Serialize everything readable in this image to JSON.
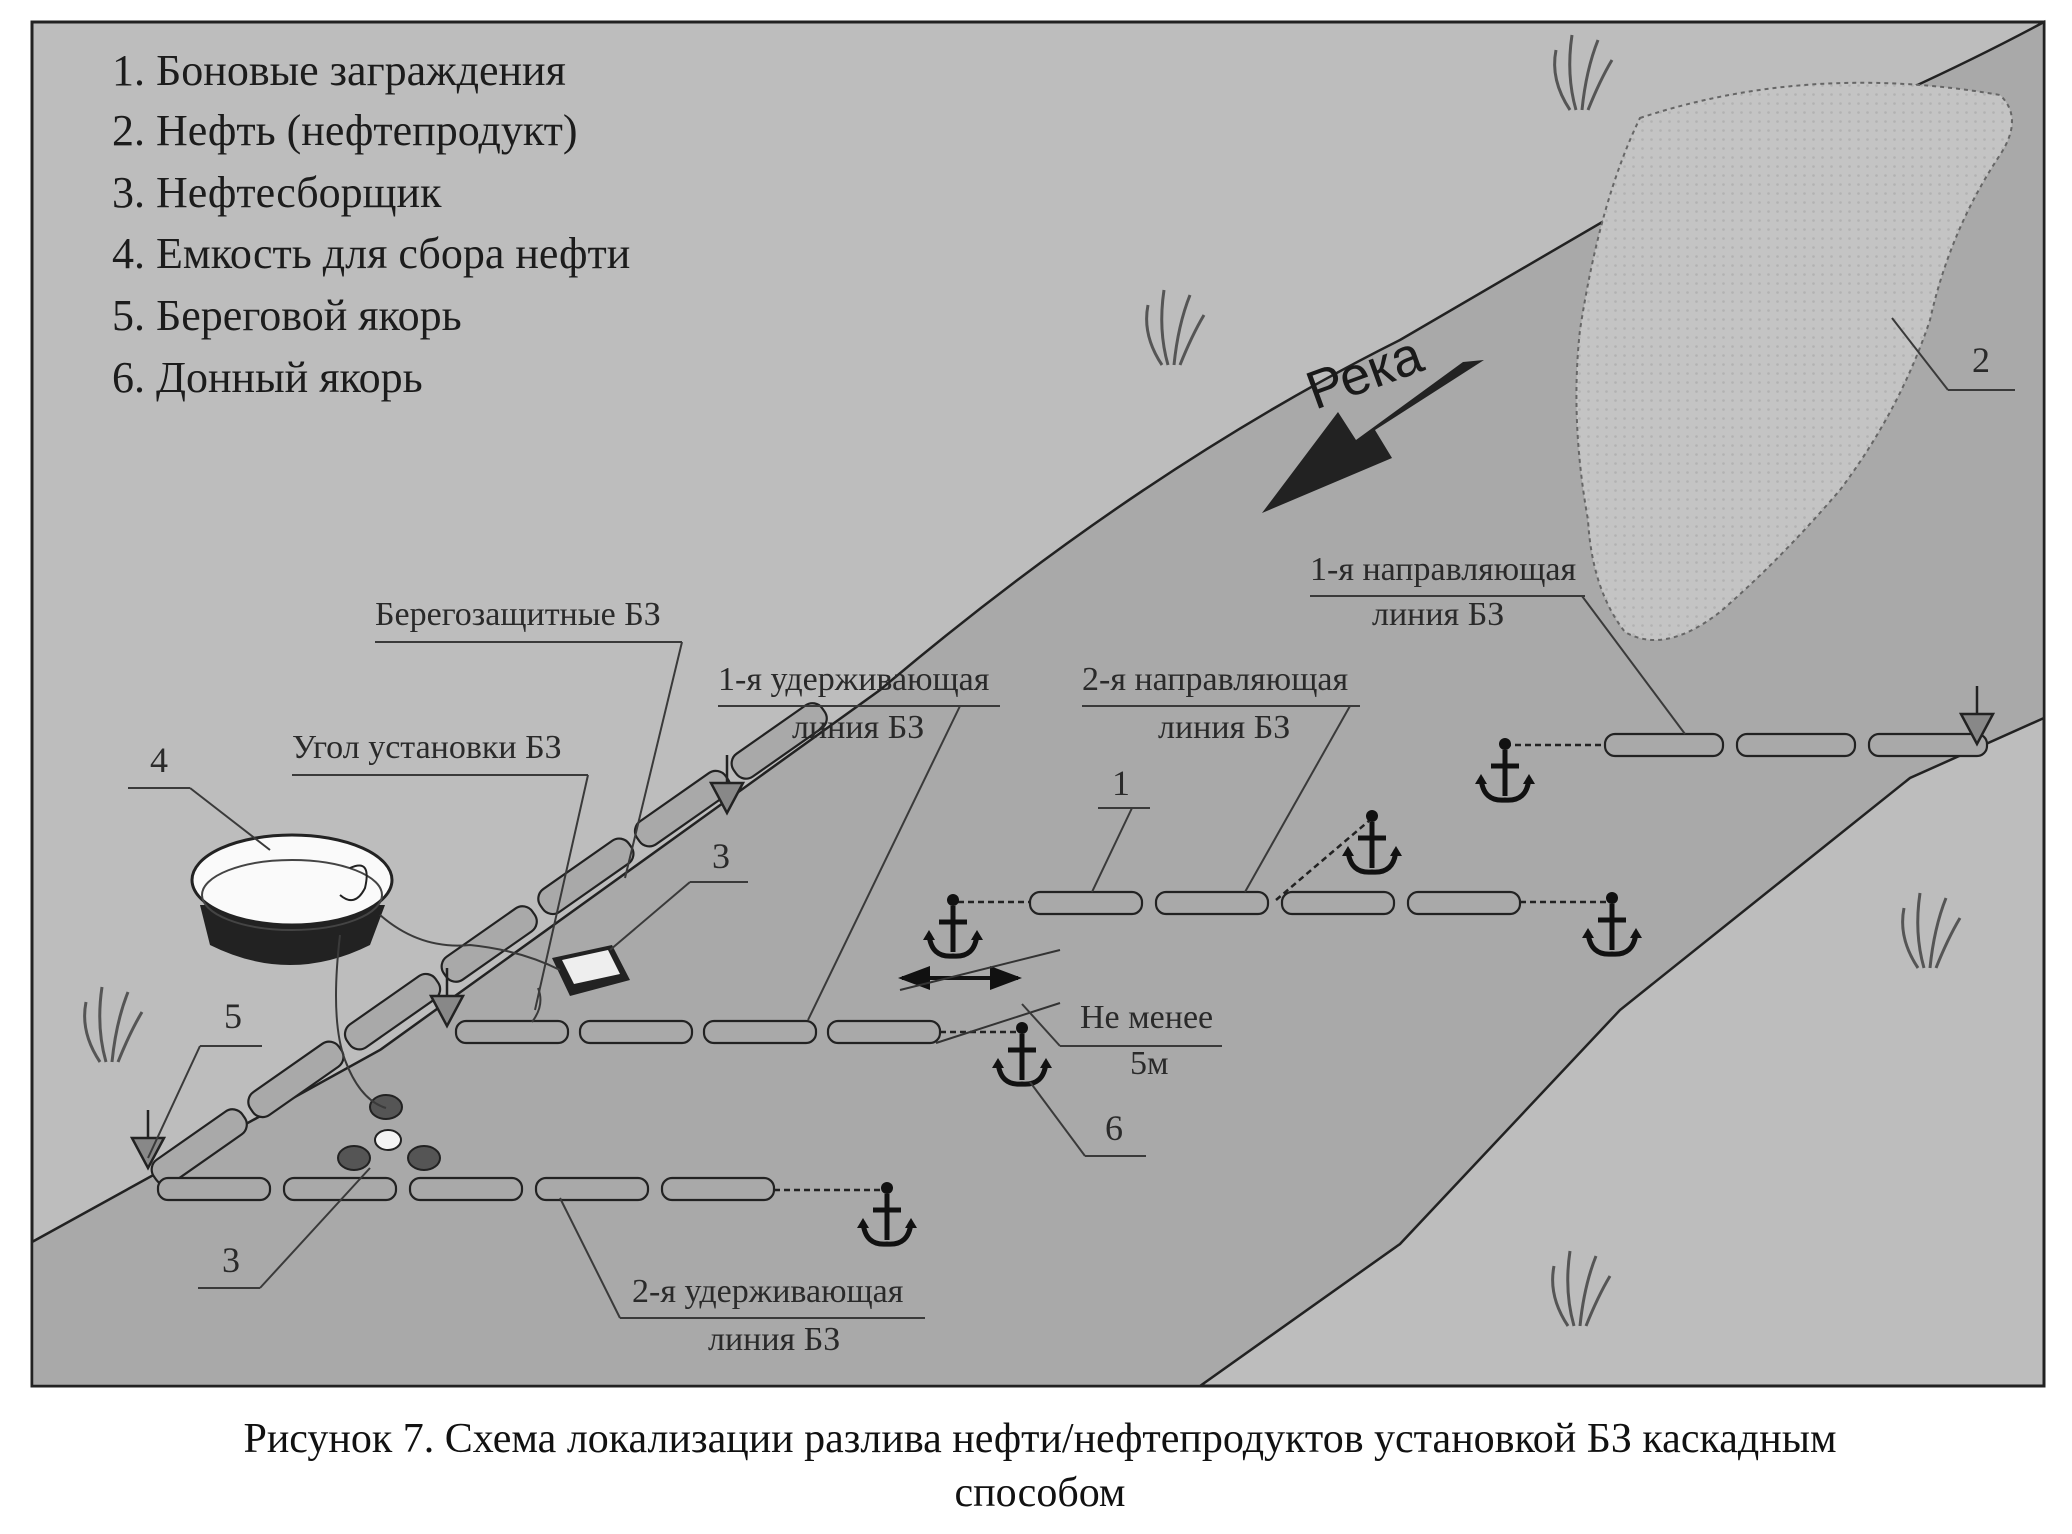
{
  "legend": {
    "items": [
      "1. Боновые заграждения",
      "2. Нефть (нефтепродукт)",
      "3. Нефтесборщик",
      "4. Емкость для сбора нефти",
      "5. Береговой якорь",
      "6. Донный якорь"
    ]
  },
  "river": {
    "label": "Река"
  },
  "labels": {
    "shore_protection": "Берегозащитные БЗ",
    "install_angle": "Угол установки БЗ",
    "hold_line_1_a": "1-я удерживающая",
    "hold_line_1_b": "линия БЗ",
    "guide_line_2_a": "2-я направляющая",
    "guide_line_2_b": "линия БЗ",
    "guide_line_1_a": "1-я направляющая",
    "guide_line_1_b": "линия БЗ",
    "hold_line_2_a": "2-я удерживающая",
    "hold_line_2_b": "линия БЗ",
    "min_dist_a": "Не менее",
    "min_dist_b": "5м"
  },
  "numbers": {
    "n1": "1",
    "n2": "2",
    "n3_top": "3",
    "n3_bottom": "3",
    "n4": "4",
    "n5": "5",
    "n6": "6"
  },
  "caption": {
    "line1": "Рисунок 7. Схема локализации разлива нефти/нефтепродуктов установкой БЗ каскадным",
    "line2": "способом"
  },
  "colors": {
    "bank": "#bdbdbd",
    "water": "#a9a9a9",
    "oil_spill": "#c4c4c4",
    "boom": "#a9a9a9",
    "arrow": "#222222"
  },
  "icons": [
    "anchor-icon",
    "shore-anchor-icon",
    "grass-icon",
    "river-arrow-icon"
  ]
}
